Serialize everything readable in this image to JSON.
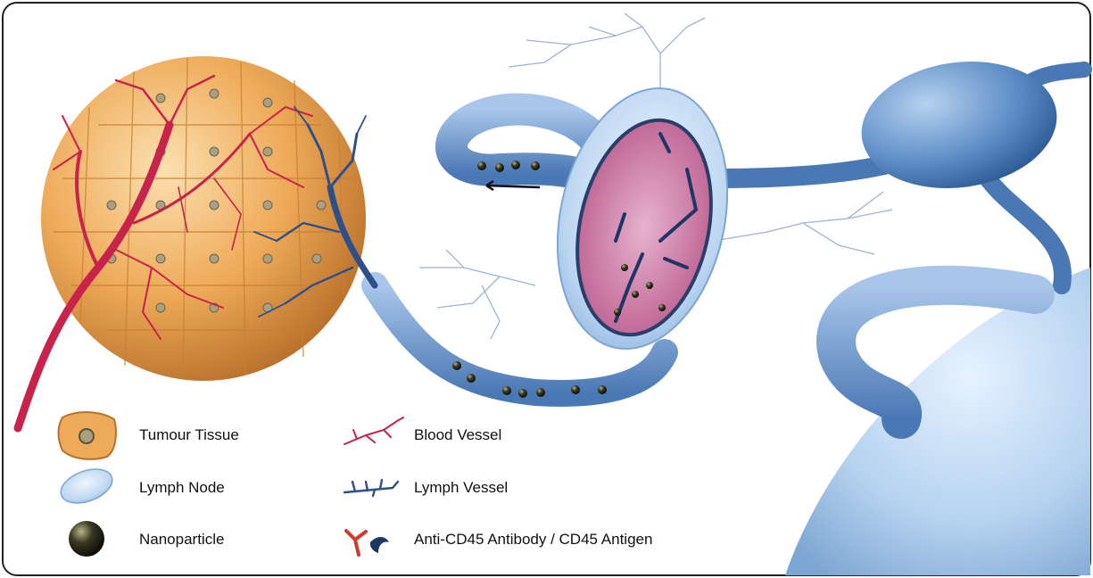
{
  "legend": {
    "tumour_tissue": "Tumour Tissue",
    "lymph_node": "Lymph Node",
    "nanoparticle": "Nanoparticle",
    "blood_vessel": "Blood Vessel",
    "lymph_vessel": "Lymph Vessel",
    "antibody_antigen": "Anti-CD45 Antibody / CD45 Antigen"
  },
  "colors": {
    "tumour": "#e8a04a",
    "blood": "#c8234a",
    "lymph_vessel": "#2f4f8a",
    "lymph_node": "#a9c8ea",
    "node_interior": "#c86a9a",
    "nanoparticle": "#2b2a18",
    "antibody": "#d23a2a",
    "background_vessel": "#5f8fc8"
  },
  "icons": [
    "tumour-cell-icon",
    "lymph-node-icon",
    "nanoparticle-icon",
    "blood-vessel-icon",
    "lymph-vessel-icon",
    "antibody-antigen-icon"
  ]
}
